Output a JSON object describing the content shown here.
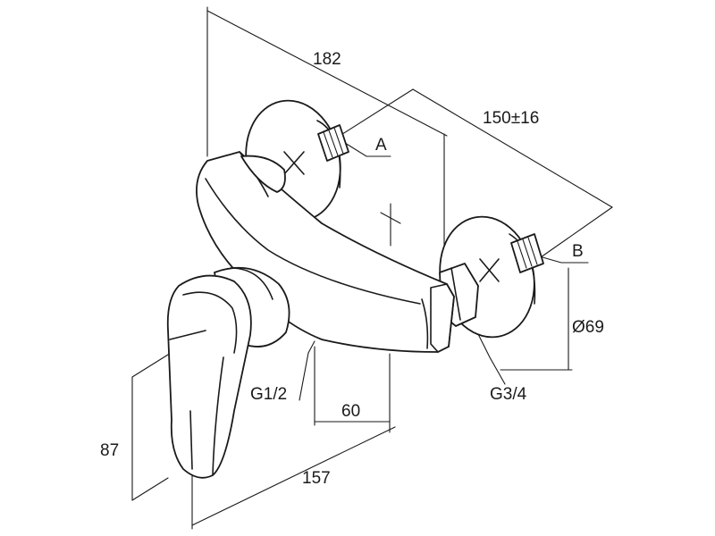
{
  "dimensions": {
    "width_182": "182",
    "depth_150": "150±16",
    "diameter_69": "Ø69",
    "height_87": "87",
    "length_157": "157",
    "offset_60": "60",
    "thread_g12": "G1/2",
    "thread_g34": "G3/4"
  },
  "callouts": {
    "a": "A",
    "b": "B"
  }
}
